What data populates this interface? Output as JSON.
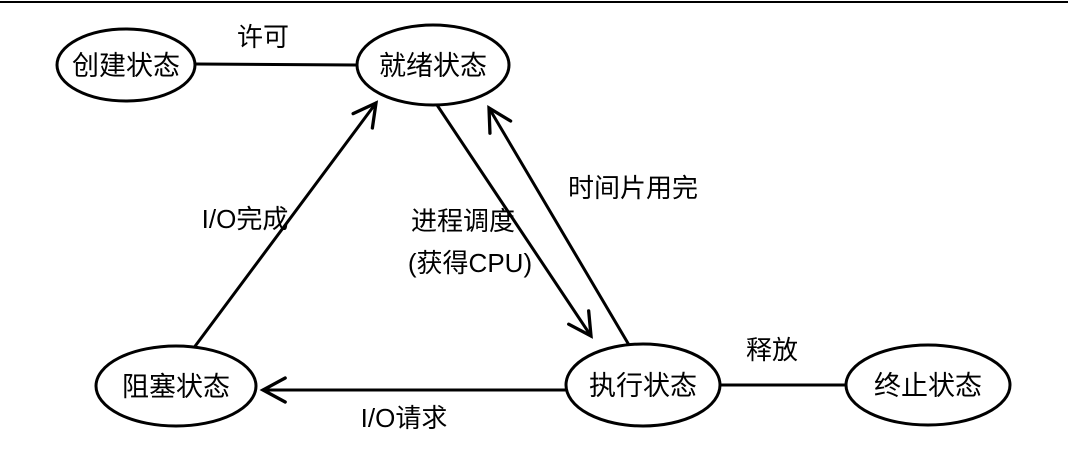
{
  "colors": {
    "ink": "#000000",
    "background": "#ffffff"
  },
  "diagram": {
    "type": "process-state-transition-diagram",
    "nodes": {
      "created": {
        "label": "创建状态"
      },
      "ready": {
        "label": "就绪状态"
      },
      "blocked": {
        "label": "阻塞状态"
      },
      "running": {
        "label": "执行状态"
      },
      "terminated": {
        "label": "终止状态"
      }
    },
    "edges": {
      "admit": {
        "label": "许可",
        "from": "created",
        "to": "ready",
        "arrowhead": false
      },
      "io_complete": {
        "label": "I/O完成",
        "from": "blocked",
        "to": "ready",
        "arrowhead": true
      },
      "dispatch": {
        "label": "进程调度",
        "sublabel": "(获得CPU)",
        "from": "ready",
        "to": "running",
        "arrowhead": true
      },
      "timeslice_expired": {
        "label": "时间片用完",
        "from": "running",
        "to": "ready",
        "arrowhead": true
      },
      "io_request": {
        "label": "I/O请求",
        "from": "running",
        "to": "blocked",
        "arrowhead": true
      },
      "release": {
        "label": "释放",
        "from": "running",
        "to": "terminated",
        "arrowhead": false
      }
    }
  }
}
